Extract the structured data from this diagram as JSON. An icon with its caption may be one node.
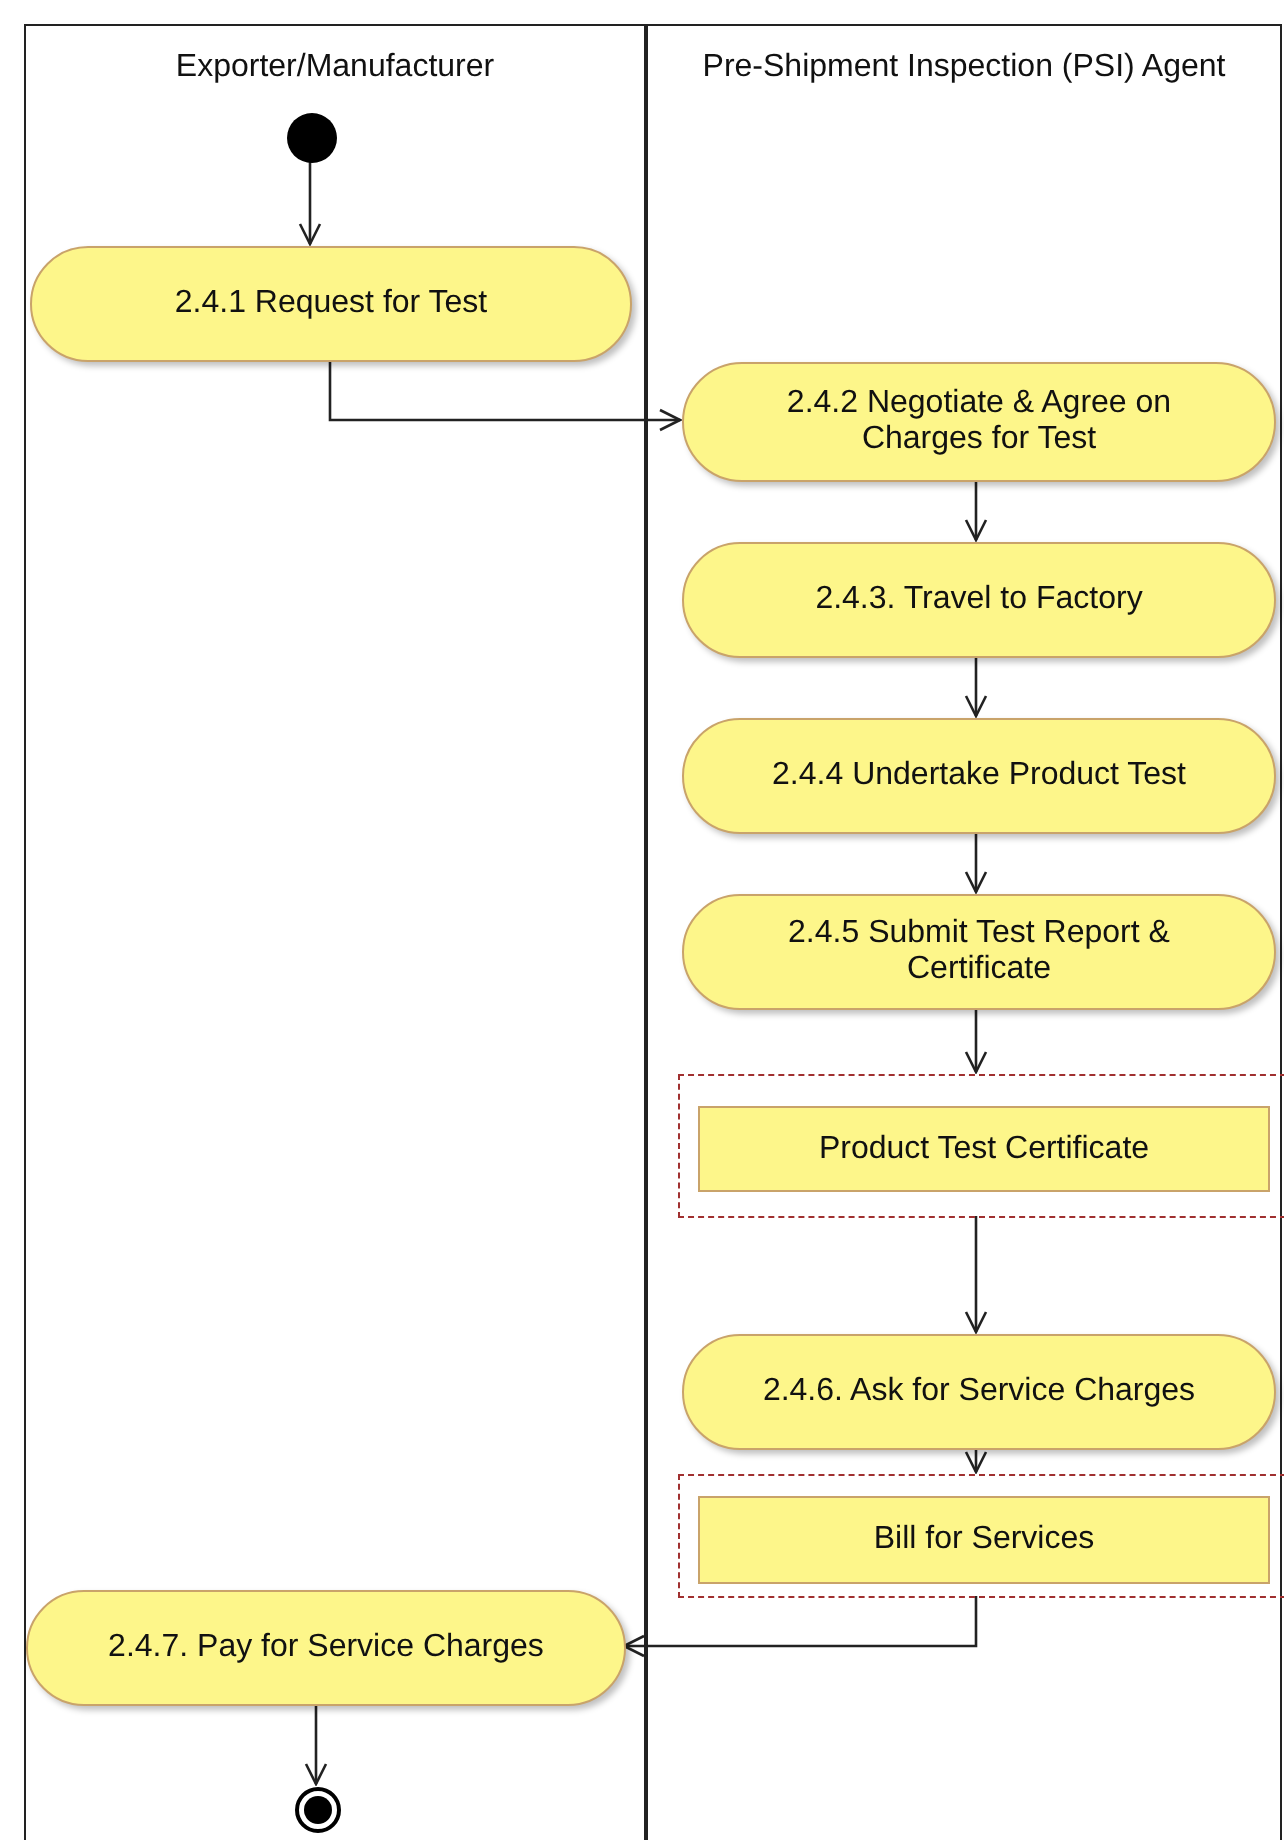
{
  "diagram": {
    "nodes": [
      {
        "text": [
          "Exporter/Manufacturer"
        ]
      },
      {
        "text": [
          "Pre-Shipment Inspection (PSI) Agent"
        ]
      },
      {
        "text": [],
        "shape": "circle",
        "in": 0
      },
      {
        "text": [
          "2.4.1 Request for Test"
        ],
        "in": 0
      },
      {
        "text": [
          "2.4.2 Negotiate & Agree on Charges for Test"
        ],
        "in": 1
      },
      {
        "text": [
          "2.4.3. Travel to Factory"
        ],
        "in": 1
      },
      {
        "text": [
          "2.4.4 Undertake Product Test"
        ],
        "in": 1
      },
      {
        "text": [
          "2.4.5 Submit Test Report & Certificate"
        ],
        "in": 1
      },
      {
        "text": [],
        "shape": "box",
        "in": 1
      },
      {
        "text": [
          "Product Test Certificate"
        ],
        "in": 8
      },
      {
        "text": [
          "2.4.6. Ask for Service Charges"
        ],
        "in": 1
      },
      {
        "text": [],
        "shape": "box",
        "in": 1
      },
      {
        "text": [
          "Bill for Services"
        ],
        "in": 11
      },
      {
        "text": [
          "2.4.7. Pay for Service Charges"
        ],
        "in": 0
      },
      {
        "text": [],
        "shape": "circle",
        "in": 0
      }
    ],
    "edges": [
      {
        "from": 2,
        "to": 3,
        "arrow": "to"
      },
      {
        "from": 3,
        "to": 4,
        "arrow": "to"
      },
      {
        "from": 4,
        "to": 5,
        "arrow": "to"
      },
      {
        "from": 5,
        "to": 6,
        "arrow": "to"
      },
      {
        "from": 6,
        "to": 7,
        "arrow": "to"
      },
      {
        "from": 7,
        "to": 8,
        "arrow": "to"
      },
      {
        "from": 8,
        "to": 10,
        "arrow": "to"
      },
      {
        "from": 10,
        "to": 11,
        "arrow": "to"
      },
      {
        "from": 11,
        "to": 13,
        "arrow": "to"
      },
      {
        "from": 13,
        "to": 14,
        "arrow": "to"
      }
    ]
  }
}
